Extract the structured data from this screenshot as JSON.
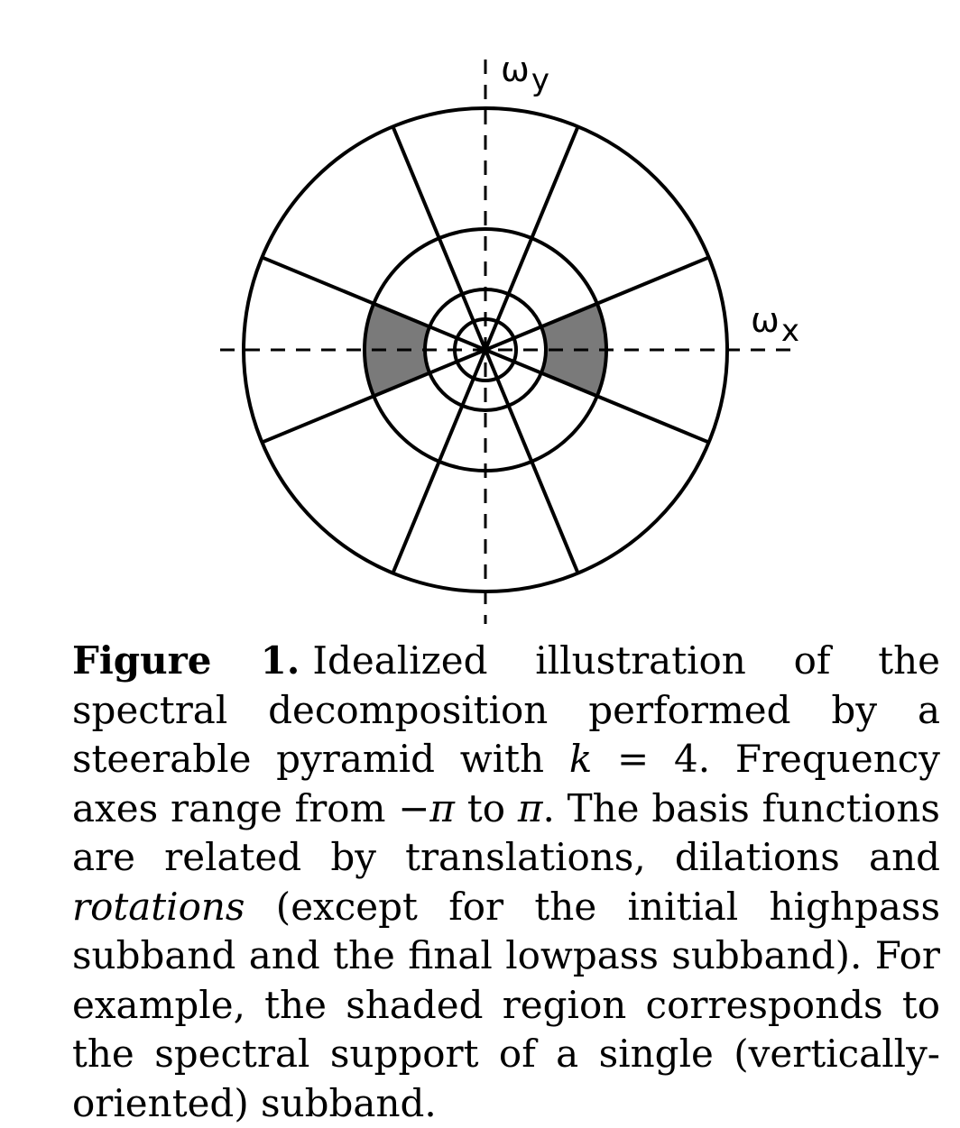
{
  "figure": {
    "axis_x_label": "ω",
    "axis_x_sub": "x",
    "axis_y_label": "ω",
    "axis_y_sub": "y",
    "shading_color": "#7a7a7a"
  },
  "caption": {
    "label": "Figure 1.",
    "text_1": "Idealized illustration of the spectral decomposition performed by a steerable pyramid with ",
    "k_var": "k",
    "eq": " = 4. ",
    "text_2": " Frequency axes range from ",
    "range_from": "−π",
    "to_word": " to ",
    "range_to": "π",
    "text_3": ". The basis functions are related by translations, dilations and ",
    "emph": "rotations",
    "text_4": " (except for the initial highpass subband and the final lowpass subband). For example, the shaded region corresponds to the spectral support of a single (vertically-oriented) subband."
  }
}
